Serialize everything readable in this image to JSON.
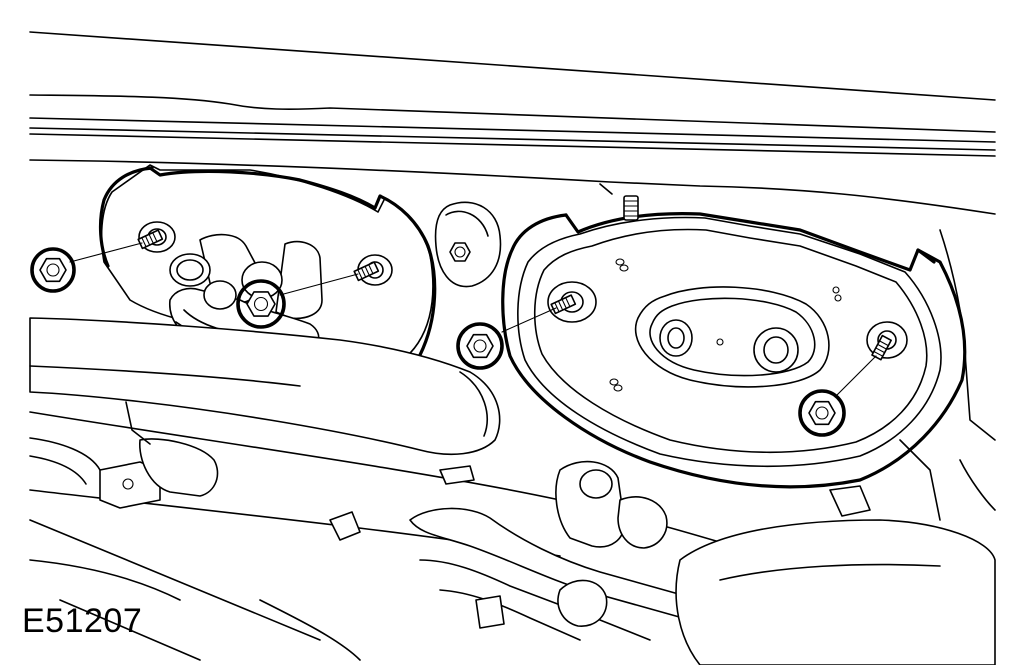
{
  "figure": {
    "reference_code": "E51207",
    "line_color": "#000000",
    "background_color": "#ffffff",
    "highlight_style": "circled",
    "parts": {
      "left_cover_plate": "left-cover-plate",
      "right_cover_plate": "right-cover-plate",
      "heater_pipes": "heater-pipe",
      "mounting_studs": "stud",
      "retaining_nuts": "nut",
      "hoses_and_harness": "hose"
    },
    "highlighted_nut_count": 4
  }
}
